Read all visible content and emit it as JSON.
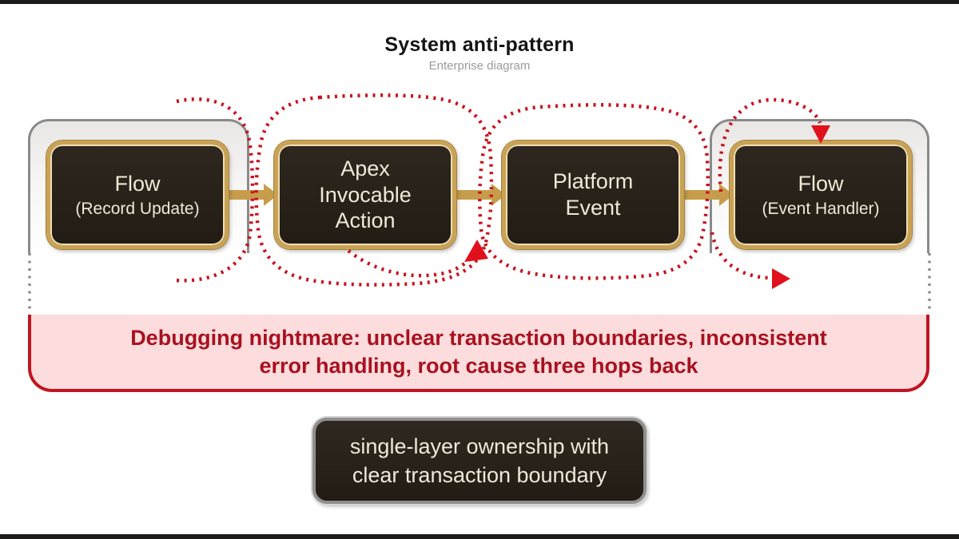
{
  "header": {
    "title": "System anti-pattern",
    "subtitle": "Enterprise diagram"
  },
  "nodes": [
    {
      "title": "Flow",
      "subtitle": "(Record Update)"
    },
    {
      "title": "Apex Invocable Action",
      "subtitle": ""
    },
    {
      "title": "Platform Event",
      "subtitle": ""
    },
    {
      "title": "Flow",
      "subtitle": "(Event Handler)"
    }
  ],
  "warning_banner": {
    "line1": "Debugging nightmare: unclear transaction boundaries, inconsistent",
    "line2": "error handling, root cause three hops back"
  },
  "solution_box": {
    "line1": "single-layer ownership with",
    "line2": "clear transaction boundary"
  },
  "colors": {
    "node_fill": "#27211a",
    "node_border_gold": "#c9a255",
    "node_inner_ring": "#efdfb3",
    "node_text": "#f0e8d6",
    "arrow_gold": "#c79d4b",
    "spaghetti_red": "#c8121d",
    "arrowhead_red": "#e0111c",
    "banner_bg": "#fcdcdc",
    "banner_border": "#c01422",
    "banner_text": "#a81120",
    "container_border": "#8a8a8a",
    "frame_bar": "#1d1b19"
  }
}
